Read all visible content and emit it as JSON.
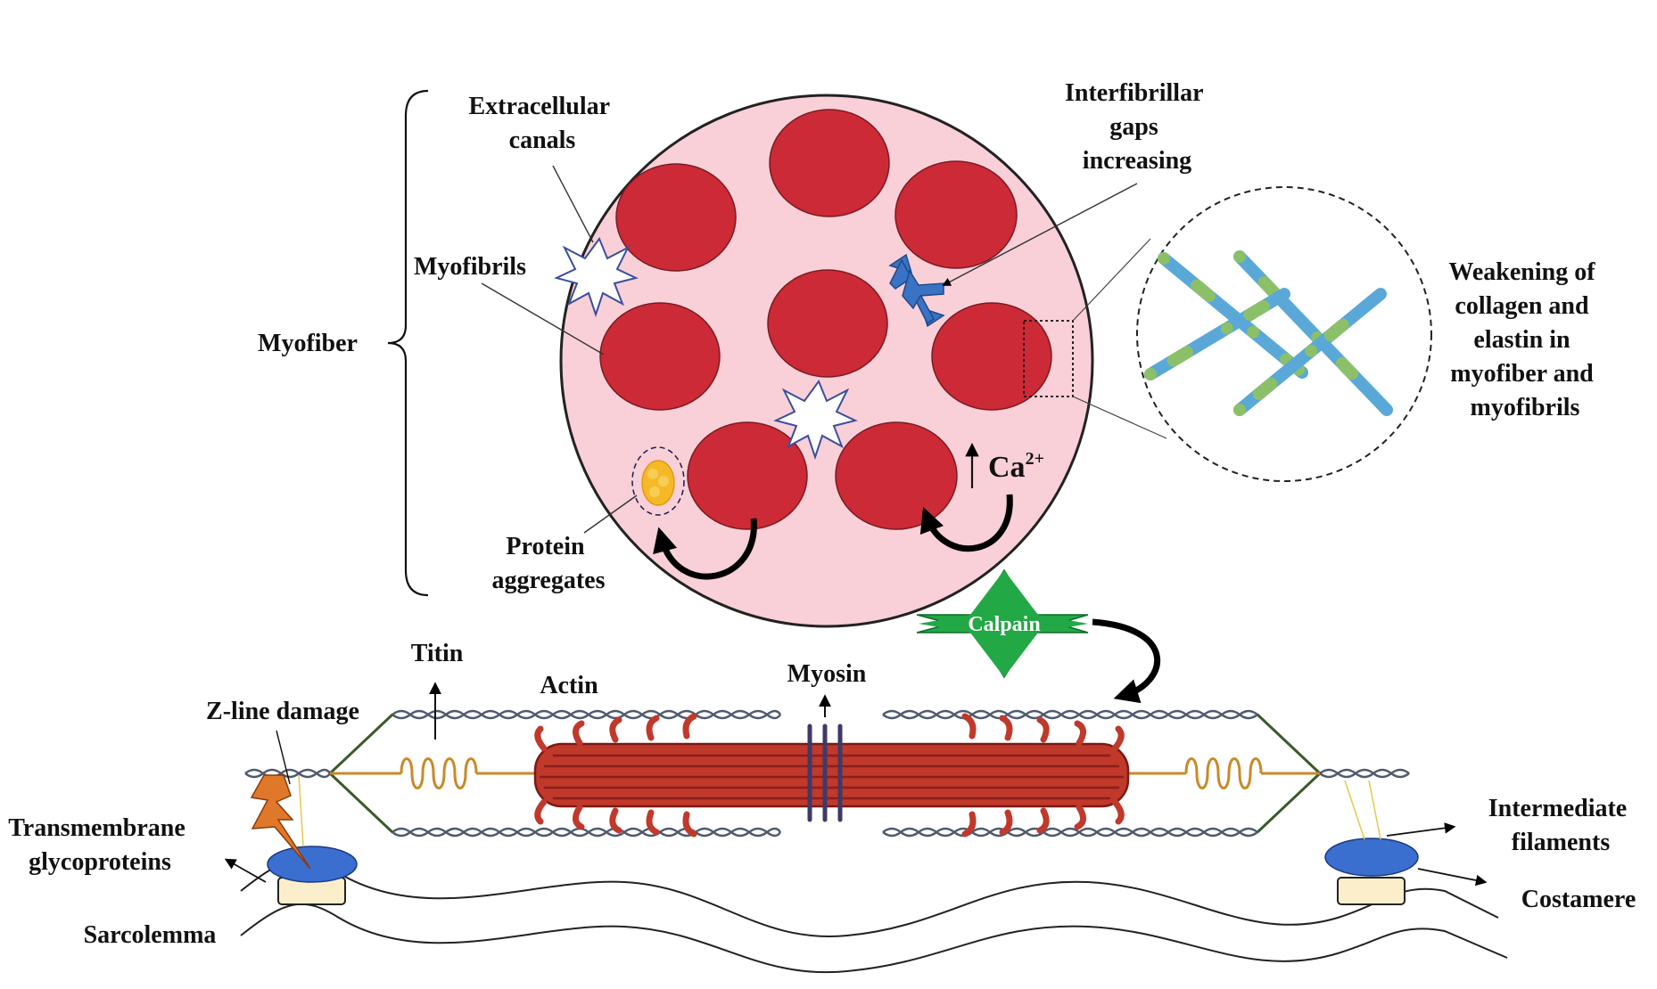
{
  "labels": {
    "extracellular_canals": [
      "Extracellular",
      "canals"
    ],
    "interfibrillar_gaps": [
      "Interfibrillar",
      "gaps",
      "increasing"
    ],
    "myofibrils": "Myofibrils",
    "myofiber": "Myofiber",
    "weakening": [
      "Weakening of",
      "collagen and",
      "elastin in",
      "myofiber and",
      "myofibrils"
    ],
    "protein_aggregates": [
      "Protein",
      "aggregates"
    ],
    "calcium": "Ca",
    "calcium_charge": "2+",
    "calpain": "Calpain",
    "titin": "Titin",
    "actin": "Actin",
    "myosin": "Myosin",
    "z_line_damage": "Z-line damage",
    "transmembrane_glycoproteins": [
      "Transmembrane",
      "glycoproteins"
    ],
    "sarcolemma": "Sarcolemma",
    "intermediate_filaments": [
      "Intermediate",
      "filaments"
    ],
    "costamere": "Costamere"
  },
  "colors": {
    "myofiber_fill": "#f9d0d8",
    "myofibril_fill": "#cc2a36",
    "collagen_blue": "#5aa8d8",
    "collagen_green": "#8cc068",
    "calpain_green": "#22a845",
    "myosin_red": "#c0392b",
    "titin_gold": "#c88a2a",
    "glycoprotein_blue": "#3a6fd0",
    "costamere_cream": "#fbeecb",
    "lightning_orange": "#e0782a",
    "aggregate_yellow": "#f5b928"
  },
  "icons": [
    "burst-icon",
    "double-arrow-icon",
    "lightning-icon",
    "star-icon"
  ]
}
